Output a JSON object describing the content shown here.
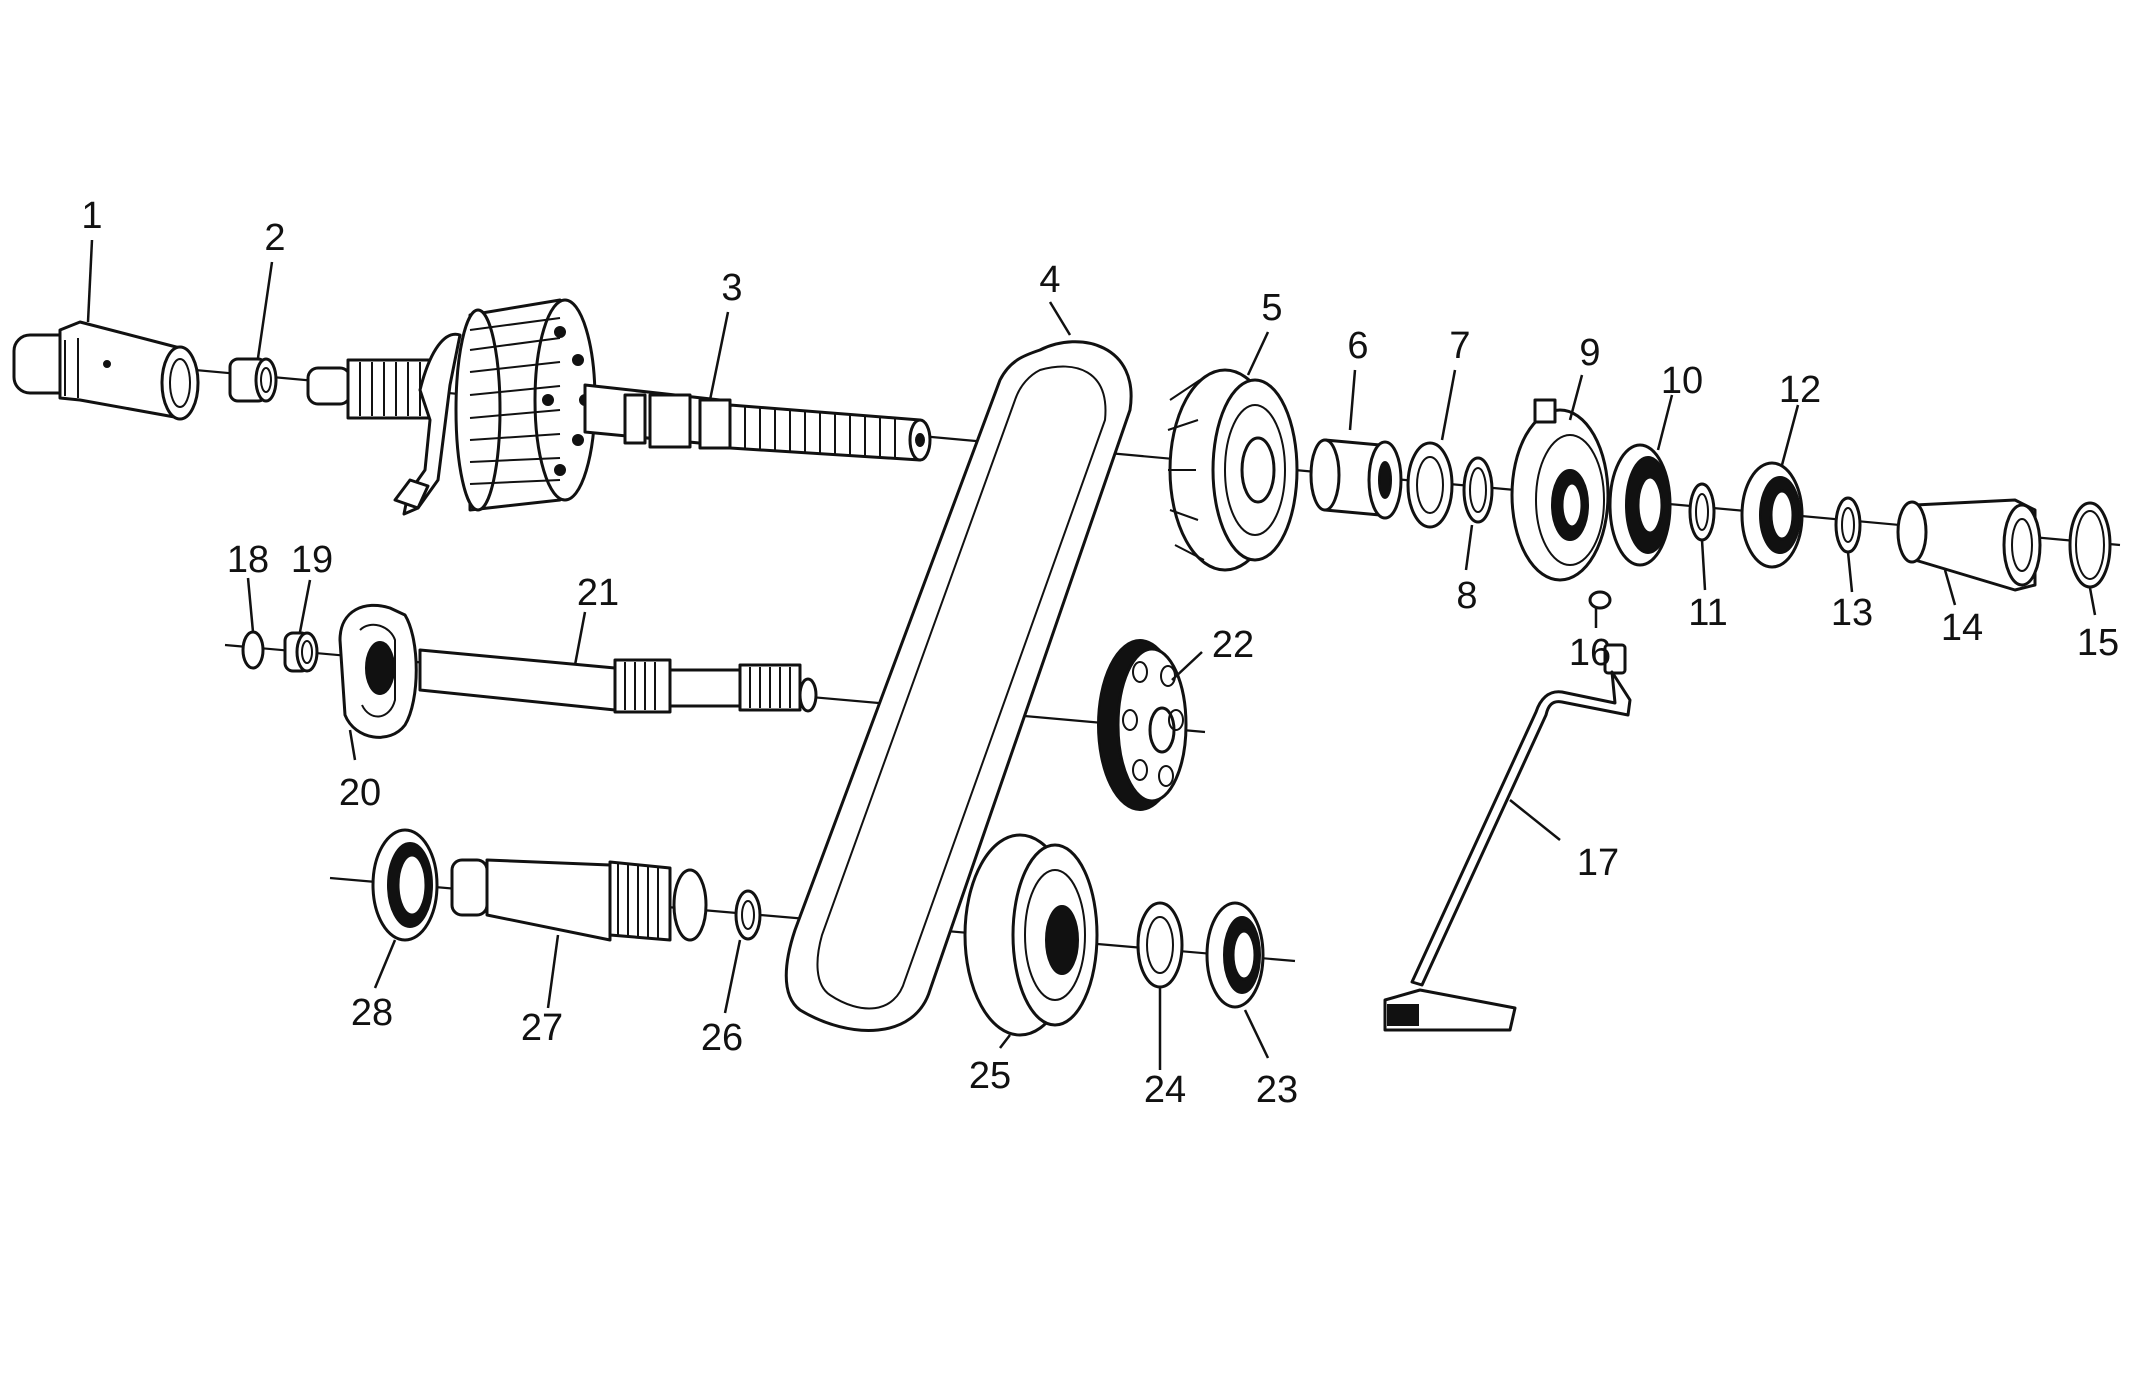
{
  "callouts": [
    {
      "id": 1,
      "text": "1"
    },
    {
      "id": 2,
      "text": "2"
    },
    {
      "id": 3,
      "text": "3"
    },
    {
      "id": 4,
      "text": "4"
    },
    {
      "id": 5,
      "text": "5"
    },
    {
      "id": 6,
      "text": "6"
    },
    {
      "id": 7,
      "text": "7"
    },
    {
      "id": 8,
      "text": "8"
    },
    {
      "id": 9,
      "text": "9"
    },
    {
      "id": 10,
      "text": "10"
    },
    {
      "id": 11,
      "text": "11"
    },
    {
      "id": 12,
      "text": "12"
    },
    {
      "id": 13,
      "text": "13"
    },
    {
      "id": 14,
      "text": "14"
    },
    {
      "id": 15,
      "text": "15"
    },
    {
      "id": 16,
      "text": "16"
    },
    {
      "id": 17,
      "text": "17"
    },
    {
      "id": 18,
      "text": "18"
    },
    {
      "id": 19,
      "text": "19"
    },
    {
      "id": 20,
      "text": "20"
    },
    {
      "id": 21,
      "text": "21"
    },
    {
      "id": 22,
      "text": "22"
    },
    {
      "id": 23,
      "text": "23"
    },
    {
      "id": 24,
      "text": "24"
    },
    {
      "id": 25,
      "text": "25"
    },
    {
      "id": 26,
      "text": "26"
    },
    {
      "id": 27,
      "text": "27"
    },
    {
      "id": 28,
      "text": "28"
    }
  ]
}
